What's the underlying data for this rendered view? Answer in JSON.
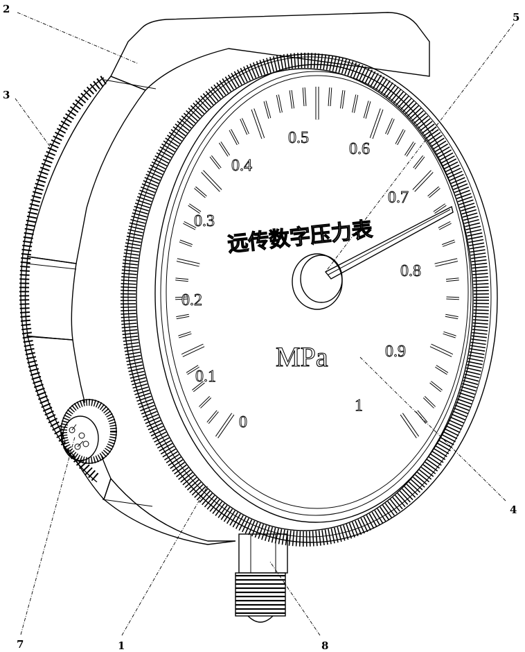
{
  "figure": {
    "description": "Perspective line drawing of a remote-transmission digital pressure gauge",
    "dial": {
      "title": "远传数字压力表",
      "unit": "MPa",
      "scale_labels": [
        "0",
        "0.1",
        "0.2",
        "0.3",
        "0.4",
        "0.5",
        "0.6",
        "0.7",
        "0.8",
        "0.9",
        "1"
      ]
    },
    "callouts": [
      {
        "id": "1",
        "label": "1"
      },
      {
        "id": "2",
        "label": "2"
      },
      {
        "id": "3",
        "label": "3"
      },
      {
        "id": "4",
        "label": "4"
      },
      {
        "id": "5",
        "label": "5"
      },
      {
        "id": "7",
        "label": "7"
      },
      {
        "id": "8",
        "label": "8"
      }
    ]
  }
}
